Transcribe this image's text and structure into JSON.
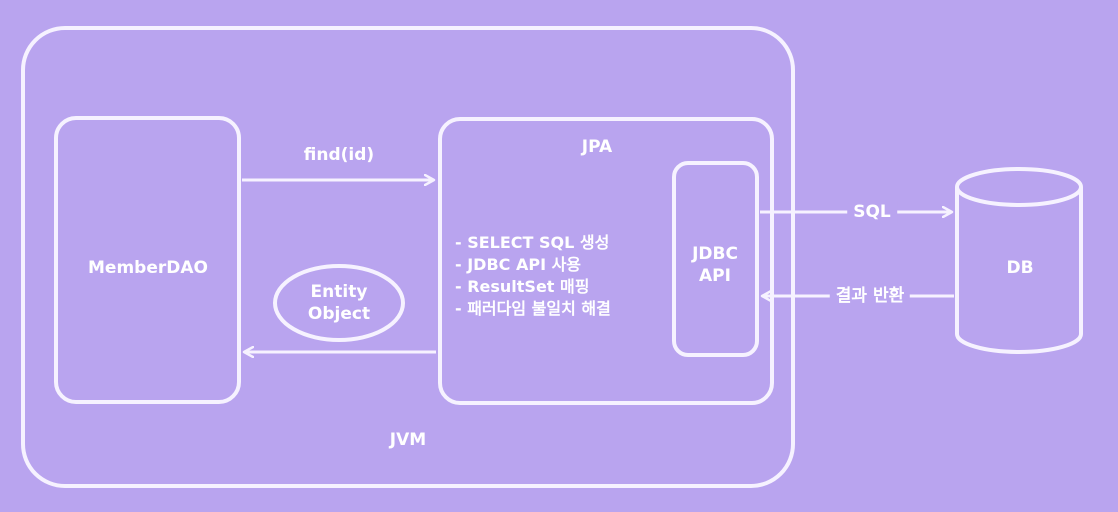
{
  "colors": {
    "background": "#b9a4ef",
    "stroke": "#f6f2ff",
    "text": "#ffffff"
  },
  "jvm": {
    "label": "JVM"
  },
  "member_dao": {
    "label": "MemberDAO"
  },
  "find_arrow": {
    "label": "find(id)"
  },
  "entity_object": {
    "label_line1": "Entity",
    "label_line2": "Object"
  },
  "jpa": {
    "title": "JPA",
    "responsibilities": [
      "- SELECT SQL 생성",
      "- JDBC API 사용",
      "- ResultSet 매핑",
      "- 패러다임 불일치 해결"
    ]
  },
  "jdbc_api": {
    "label_line1": "JDBC",
    "label_line2": "API"
  },
  "sql_arrow": {
    "label": "SQL"
  },
  "result_arrow": {
    "label": "결과 반환"
  },
  "db": {
    "label": "DB"
  }
}
